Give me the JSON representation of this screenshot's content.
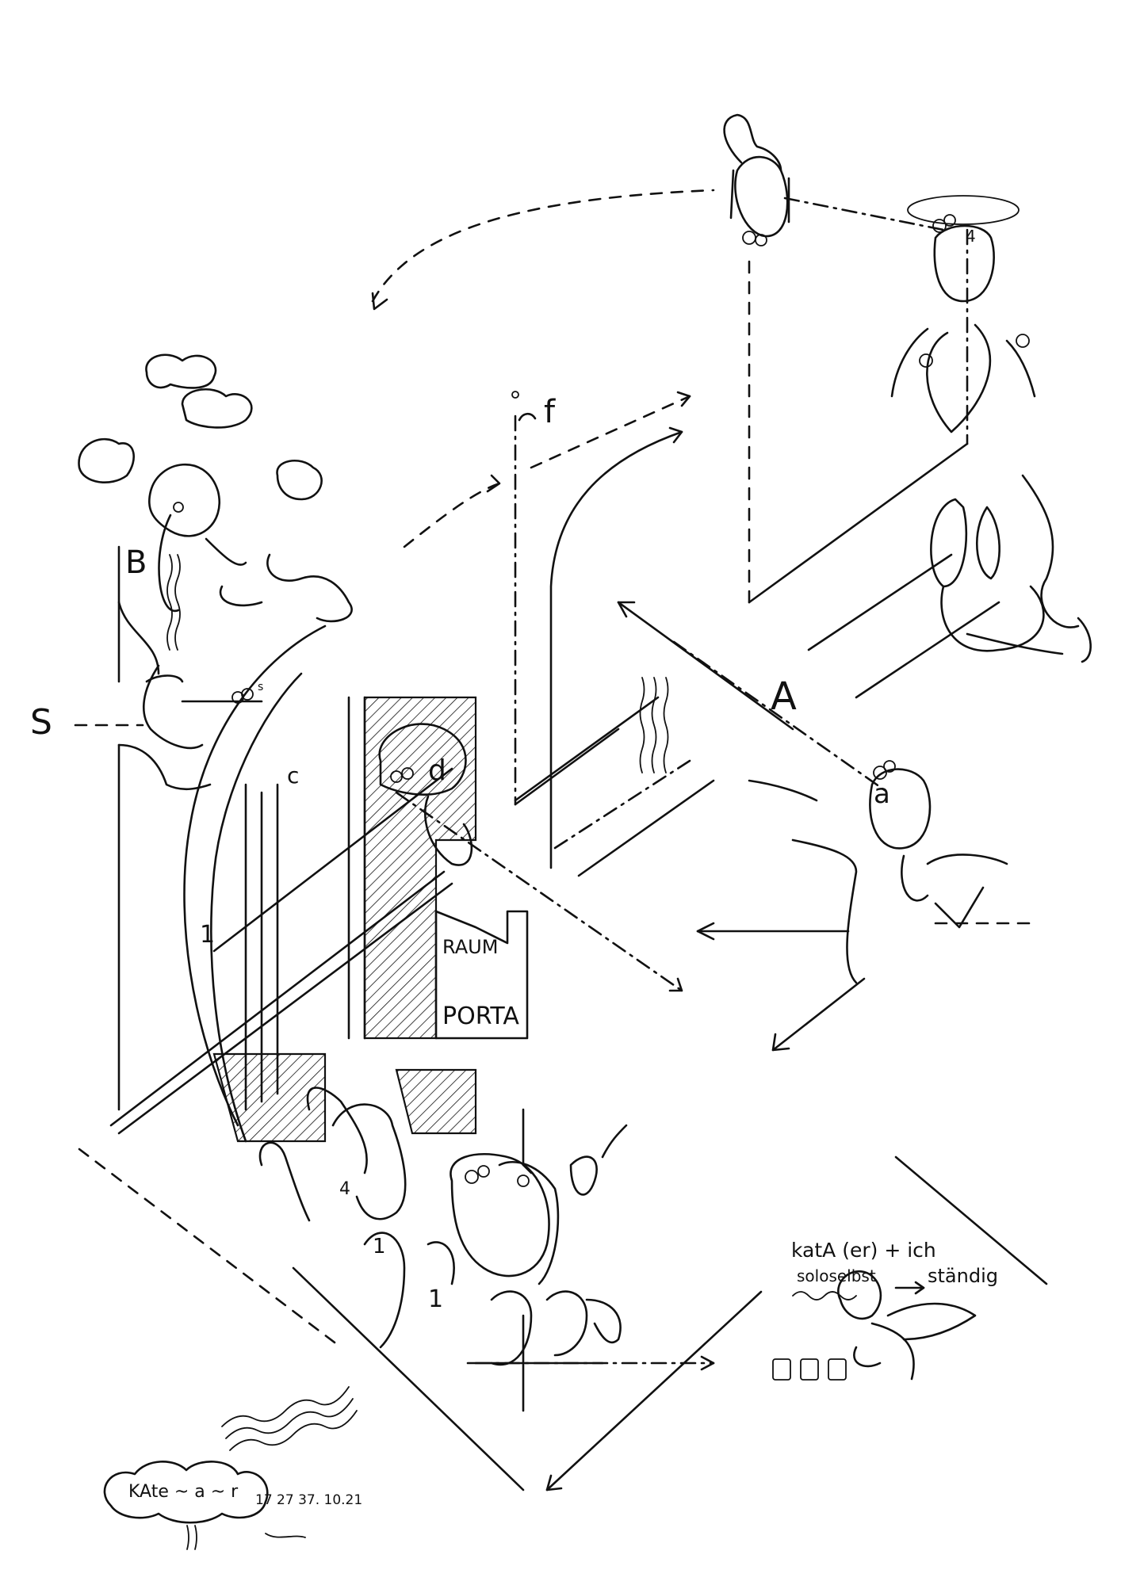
{
  "labels": {
    "s": "S",
    "b": "B",
    "big_a": "A",
    "small_a": "a",
    "c": "c",
    "d": "d",
    "f": "f",
    "raum": "RAUM",
    "porta": "PORTA",
    "num_4_left": "4",
    "num_4_top": "4",
    "num_1_a": "1",
    "num_1_b": "1",
    "num_1_c": "1",
    "small_s": "s"
  },
  "annotation": {
    "line1": "katA (er) + ich",
    "line2_a": "soloselbst",
    "line2_b": "ständig"
  },
  "signature": {
    "name": "KAte ~ a ~ r",
    "date": "17 27 37.  10.21"
  },
  "colors": {
    "ink": "#111111",
    "paper": "#ffffff"
  }
}
